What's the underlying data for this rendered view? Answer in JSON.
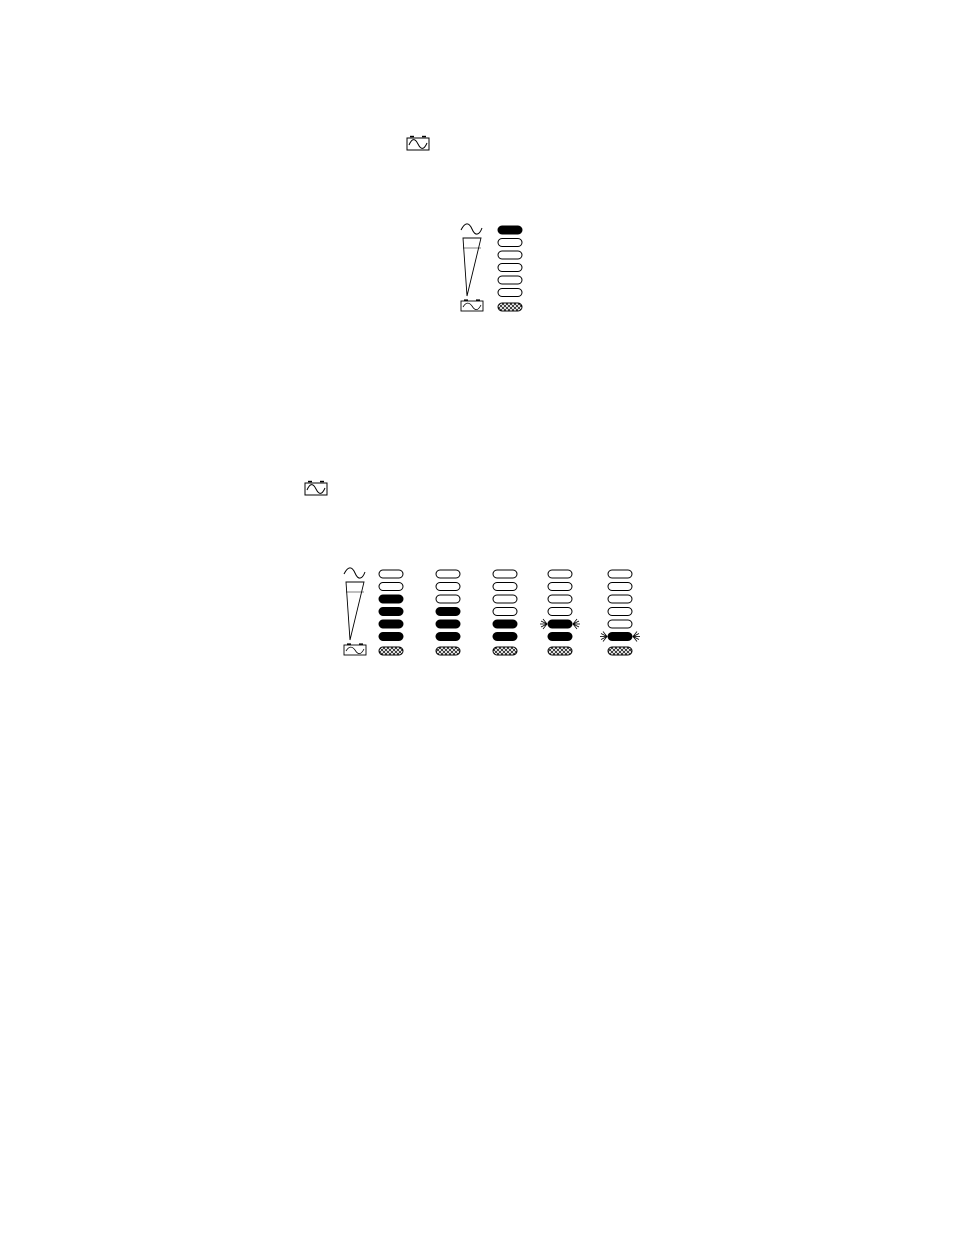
{
  "page": {
    "background": "#ffffff"
  },
  "inline_icons": [
    {
      "name": "battery-inverter-icon"
    },
    {
      "name": "battery-inverter-icon"
    }
  ],
  "single_indicator": {
    "scale_top_icon": "ac-sine-icon",
    "scale_bottom_icon": "battery-inverter-icon",
    "leds": [
      "on",
      "off",
      "off",
      "off",
      "off",
      "off"
    ],
    "base_led": "hatched"
  },
  "multi_indicator": {
    "scale_top_icon": "ac-sine-icon",
    "scale_bottom_icon": "battery-inverter-icon",
    "columns": [
      {
        "leds": [
          "off",
          "off",
          "on",
          "on",
          "on",
          "on"
        ],
        "base_led": "hatched"
      },
      {
        "leds": [
          "off",
          "off",
          "off",
          "on",
          "on",
          "on"
        ],
        "base_led": "hatched"
      },
      {
        "leds": [
          "off",
          "off",
          "off",
          "off",
          "on",
          "on"
        ],
        "base_led": "hatched"
      },
      {
        "leds": [
          "off",
          "off",
          "off",
          "off",
          "flashing",
          "on"
        ],
        "base_led": "hatched"
      },
      {
        "leds": [
          "off",
          "off",
          "off",
          "off",
          "off",
          "flashing"
        ],
        "base_led": "hatched"
      }
    ]
  },
  "colors": {
    "ink": "#000000",
    "led_on": "#000000",
    "led_off": "#ffffff"
  }
}
